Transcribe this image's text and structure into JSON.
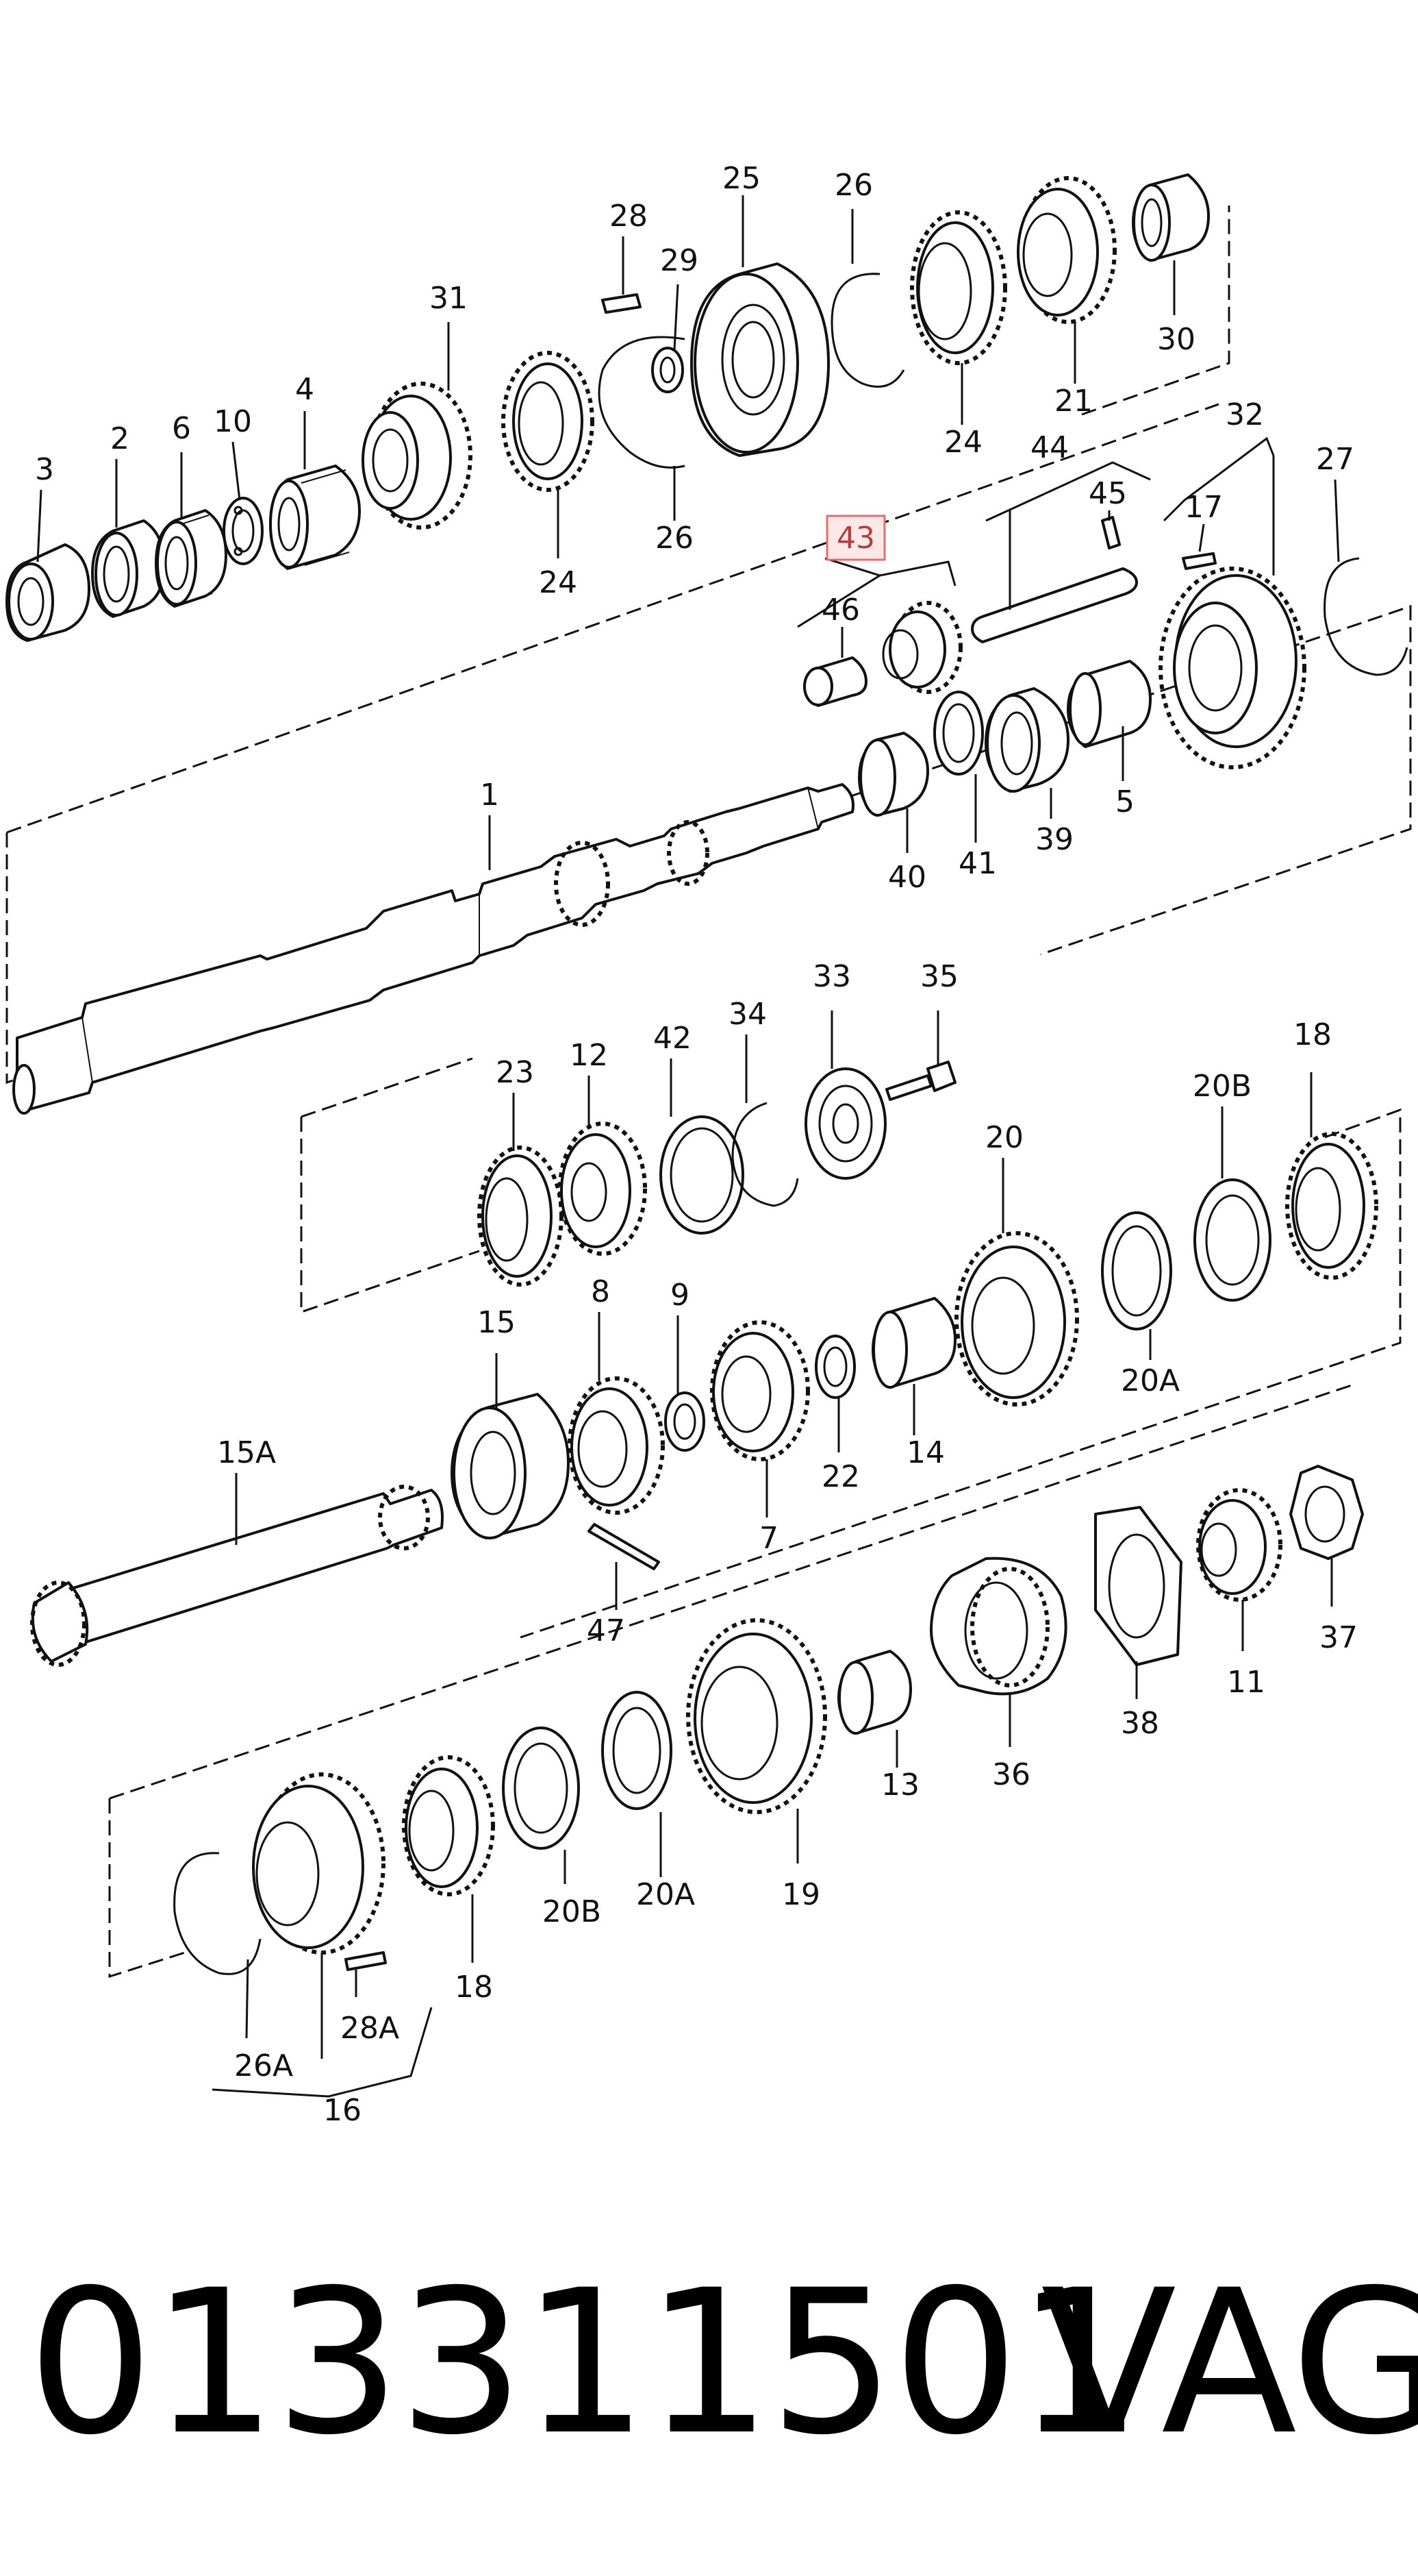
{
  "diagram": {
    "callouts": {
      "p1": "1",
      "p2": "2",
      "p3": "3",
      "p4": "4",
      "p5": "5",
      "p6": "6",
      "p7": "7",
      "p8": "8",
      "p9": "9",
      "p10": "10",
      "p11": "11",
      "p12": "12",
      "p13": "13",
      "p14": "14",
      "p15": "15",
      "p15a": "15A",
      "p16": "16",
      "p17": "17",
      "p18a": "18",
      "p18b": "18",
      "p19": "19",
      "p20": "20",
      "p20a1": "20A",
      "p20a2": "20A",
      "p20b1": "20B",
      "p20b2": "20B",
      "p21": "21",
      "p22": "22",
      "p23": "23",
      "p24a": "24",
      "p24b": "24",
      "p25": "25",
      "p26a": "26",
      "p26b": "26",
      "p26c": "26A",
      "p27": "27",
      "p28": "28",
      "p28a": "28A",
      "p29": "29",
      "p30": "30",
      "p31": "31",
      "p32": "32",
      "p33": "33",
      "p34": "34",
      "p35": "35",
      "p36": "36",
      "p37": "37",
      "p38": "38",
      "p39": "39",
      "p40": "40",
      "p41": "41",
      "p42": "42",
      "p43": "43",
      "p44": "44",
      "p45": "45",
      "p46": "46",
      "p47": "47"
    },
    "highlight": {
      "callout": "43",
      "color": "#e07070",
      "fill": "#fde8e8"
    }
  },
  "footer": {
    "part_number": "013311501",
    "brand": "VAG"
  }
}
